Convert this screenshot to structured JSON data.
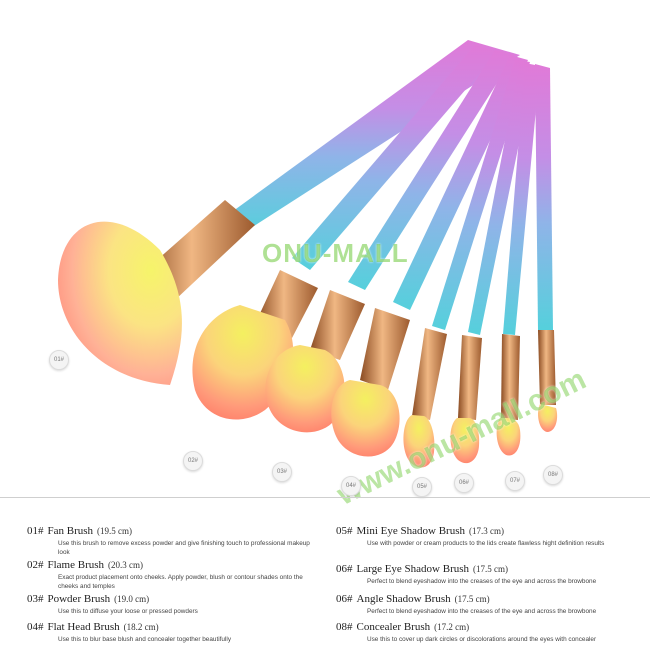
{
  "watermark": {
    "center": "ONU-MALL",
    "diagonal": "www.onu-mall.com"
  },
  "markers": [
    "01#",
    "02#",
    "03#",
    "04#",
    "05#",
    "06#",
    "07#",
    "08#"
  ],
  "brushes": [
    {
      "num": "01#",
      "name": "Fan  Brush",
      "size": "(19.5 cm)",
      "desc": "Use this brush to remove excess powder and give finishing touch to professional makeup look"
    },
    {
      "num": "02#",
      "name": "Flame Brush",
      "size": "(20.3 cm)",
      "desc": "Exact product placement onto cheeks. Apply powder, blush or contour shades onto the cheeks and temples"
    },
    {
      "num": "03#",
      "name": "Powder Brush",
      "size": "(19.0 cm)",
      "desc": "Use this to diffuse your loose or pressed powders"
    },
    {
      "num": "04#",
      "name": "Flat Head Brush",
      "size": "(18.2 cm)",
      "desc": "Use this to blur base blush and concealer together beautifully"
    },
    {
      "num": "05#",
      "name": "Mini Eye Shadow Brush",
      "size": "(17.3 cm)",
      "desc": "Use with powder or cream products to the lids create flawless hight definition results"
    },
    {
      "num": "06#",
      "name": "Large Eye Shadow Brush",
      "size": "(17.5 cm)",
      "desc": "Perfect to blend eyeshadow into the creases of the eye and across the browbone"
    },
    {
      "num": "06#",
      "name": "Angle Shadow Brush",
      "size": "(17.5 cm)",
      "desc": "Perfect to blend eyeshadow into the creases of the eye and across the browbone"
    },
    {
      "num": "08#",
      "name": "Concealer Brush",
      "size": "(17.2 cm)",
      "desc": "Use this to cover up dark circles or discolorations around the eyes with concealer"
    }
  ],
  "colors": {
    "handle_top": "#e07ad8",
    "handle_mid": "#a98fe0",
    "handle_bottom": "#55d0dc",
    "ferrule": "#c8834c",
    "bristle_tip": "#f1ec55",
    "bristle_base": "#ff8a72"
  }
}
